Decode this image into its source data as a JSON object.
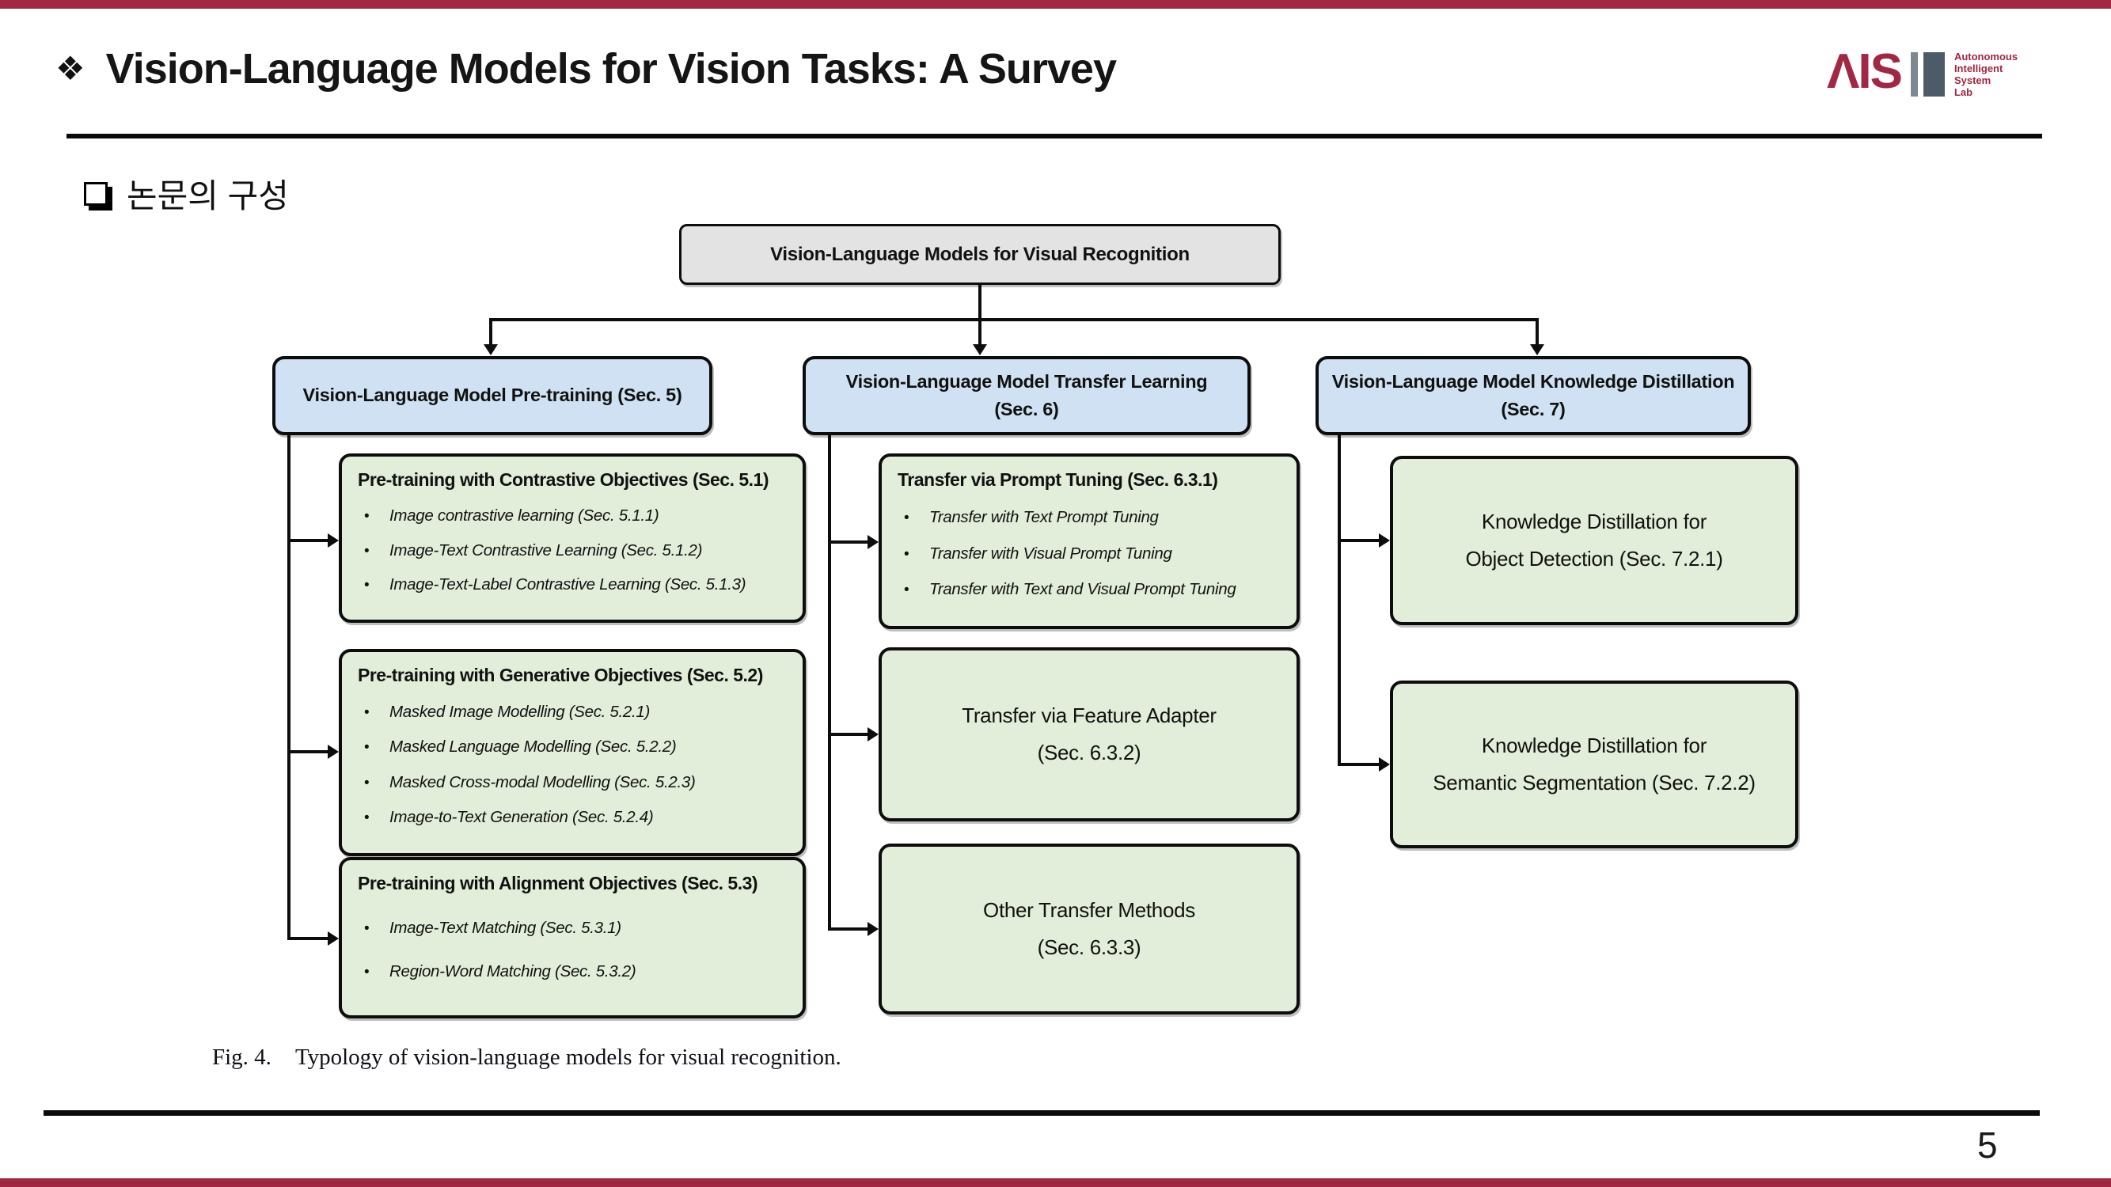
{
  "slide": {
    "title_bullet": "❖",
    "title": "Vision-Language Models for Vision Tasks: A Survey",
    "section_heading": "논문의 구성",
    "page_number": "5",
    "accent_color": "#a22742"
  },
  "logo": {
    "text": "ΛIS",
    "lab": [
      "Autonomous",
      "Intelligent",
      "System",
      "Lab"
    ]
  },
  "diagram": {
    "root": "Vision-Language Models for Visual Recognition",
    "columns": [
      {
        "header_line1": "Vision-Language Model Pre-training (Sec. 5)",
        "header_line2": "",
        "boxes": [
          {
            "title": "Pre-training with Contrastive Objectives (Sec. 5.1)",
            "bullets": [
              "Image contrastive learning (Sec. 5.1.1)",
              "Image-Text Contrastive Learning (Sec. 5.1.2)",
              "Image-Text-Label Contrastive Learning (Sec. 5.1.3)"
            ]
          },
          {
            "title": "Pre-training with Generative Objectives (Sec. 5.2)",
            "bullets": [
              "Masked Image Modelling (Sec. 5.2.1)",
              "Masked Language Modelling (Sec. 5.2.2)",
              "Masked Cross-modal Modelling (Sec. 5.2.3)",
              "Image-to-Text Generation (Sec. 5.2.4)"
            ]
          },
          {
            "title": "Pre-training with Alignment Objectives (Sec. 5.3)",
            "bullets": [
              "Image-Text Matching (Sec. 5.3.1)",
              "Region-Word Matching (Sec. 5.3.2)"
            ]
          }
        ]
      },
      {
        "header_line1": "Vision-Language Model Transfer Learning",
        "header_line2": "(Sec. 6)",
        "boxes": [
          {
            "title": "Transfer via Prompt Tuning  (Sec. 6.3.1)",
            "bullets": [
              "Transfer with Text Prompt Tuning",
              "Transfer with Visual Prompt Tuning",
              "Transfer with Text and Visual Prompt Tuning"
            ]
          },
          {
            "line1": "Transfer via Feature Adapter",
            "line2": "(Sec. 6.3.2)"
          },
          {
            "line1": "Other Transfer Methods",
            "line2": "(Sec. 6.3.3)"
          }
        ]
      },
      {
        "header_line1": "Vision-Language Model Knowledge Distillation",
        "header_line2": "(Sec. 7)",
        "boxes": [
          {
            "line1": "Knowledge Distillation for",
            "line2": "Object Detection  (Sec. 7.2.1)"
          },
          {
            "line1": "Knowledge Distillation for",
            "line2": "Semantic Segmentation  (Sec. 7.2.2)"
          }
        ]
      }
    ]
  },
  "caption": {
    "label": "Fig. 4.",
    "text": "Typology of vision-language models for visual recognition."
  }
}
